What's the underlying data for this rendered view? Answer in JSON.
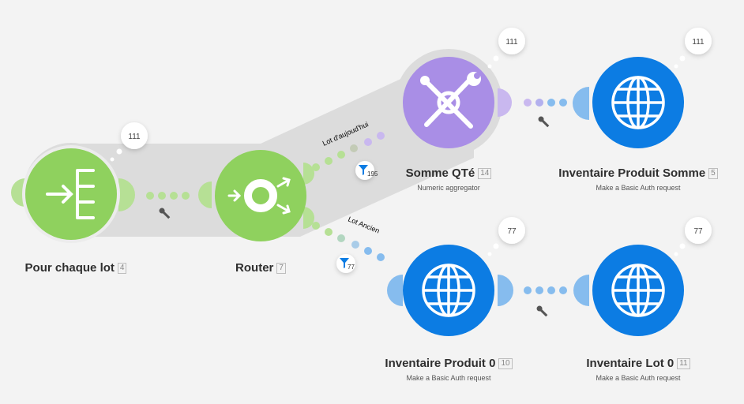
{
  "modules": [
    {
      "id": "pour-chaque-lot",
      "name": "Pour chaque lot",
      "index": "4",
      "subtitle": "",
      "count": "111",
      "app": "iterator",
      "color": "#8fd15e"
    },
    {
      "id": "router",
      "name": "Router",
      "index": "7",
      "subtitle": "",
      "count": "",
      "app": "router",
      "color": "#8fd15e"
    },
    {
      "id": "somme-qte",
      "name": "Somme QTé",
      "index": "14",
      "subtitle": "Numeric aggregator",
      "count": "111",
      "app": "tools",
      "color": "#a98ee6"
    },
    {
      "id": "inventaire-produit-somme",
      "name": "Inventaire Produit Somme",
      "index": "5",
      "subtitle": "Make a Basic Auth request",
      "count": "111",
      "app": "http",
      "color": "#0c7ce3"
    },
    {
      "id": "inventaire-produit-0",
      "name": "Inventaire Produit 0",
      "index": "10",
      "subtitle": "Make a Basic Auth request",
      "count": "77",
      "app": "http",
      "color": "#0c7ce3"
    },
    {
      "id": "inventaire-lot-0",
      "name": "Inventaire Lot 0",
      "index": "11",
      "subtitle": "Make a Basic Auth request",
      "count": "77",
      "app": "http",
      "color": "#0c7ce3"
    }
  ],
  "routes": {
    "top": {
      "label": "Lot d'aujoud'hui",
      "filter_count": "195"
    },
    "bottom": {
      "label": "Lot Ancien",
      "filter_count": "77"
    }
  },
  "colors": {
    "green": "#8fd15e",
    "purple": "#a98ee6",
    "blue": "#0c7ce3",
    "dot_green": "#b6e095",
    "dot_purple": "#c9b8ef",
    "dot_blue": "#86bcee"
  }
}
